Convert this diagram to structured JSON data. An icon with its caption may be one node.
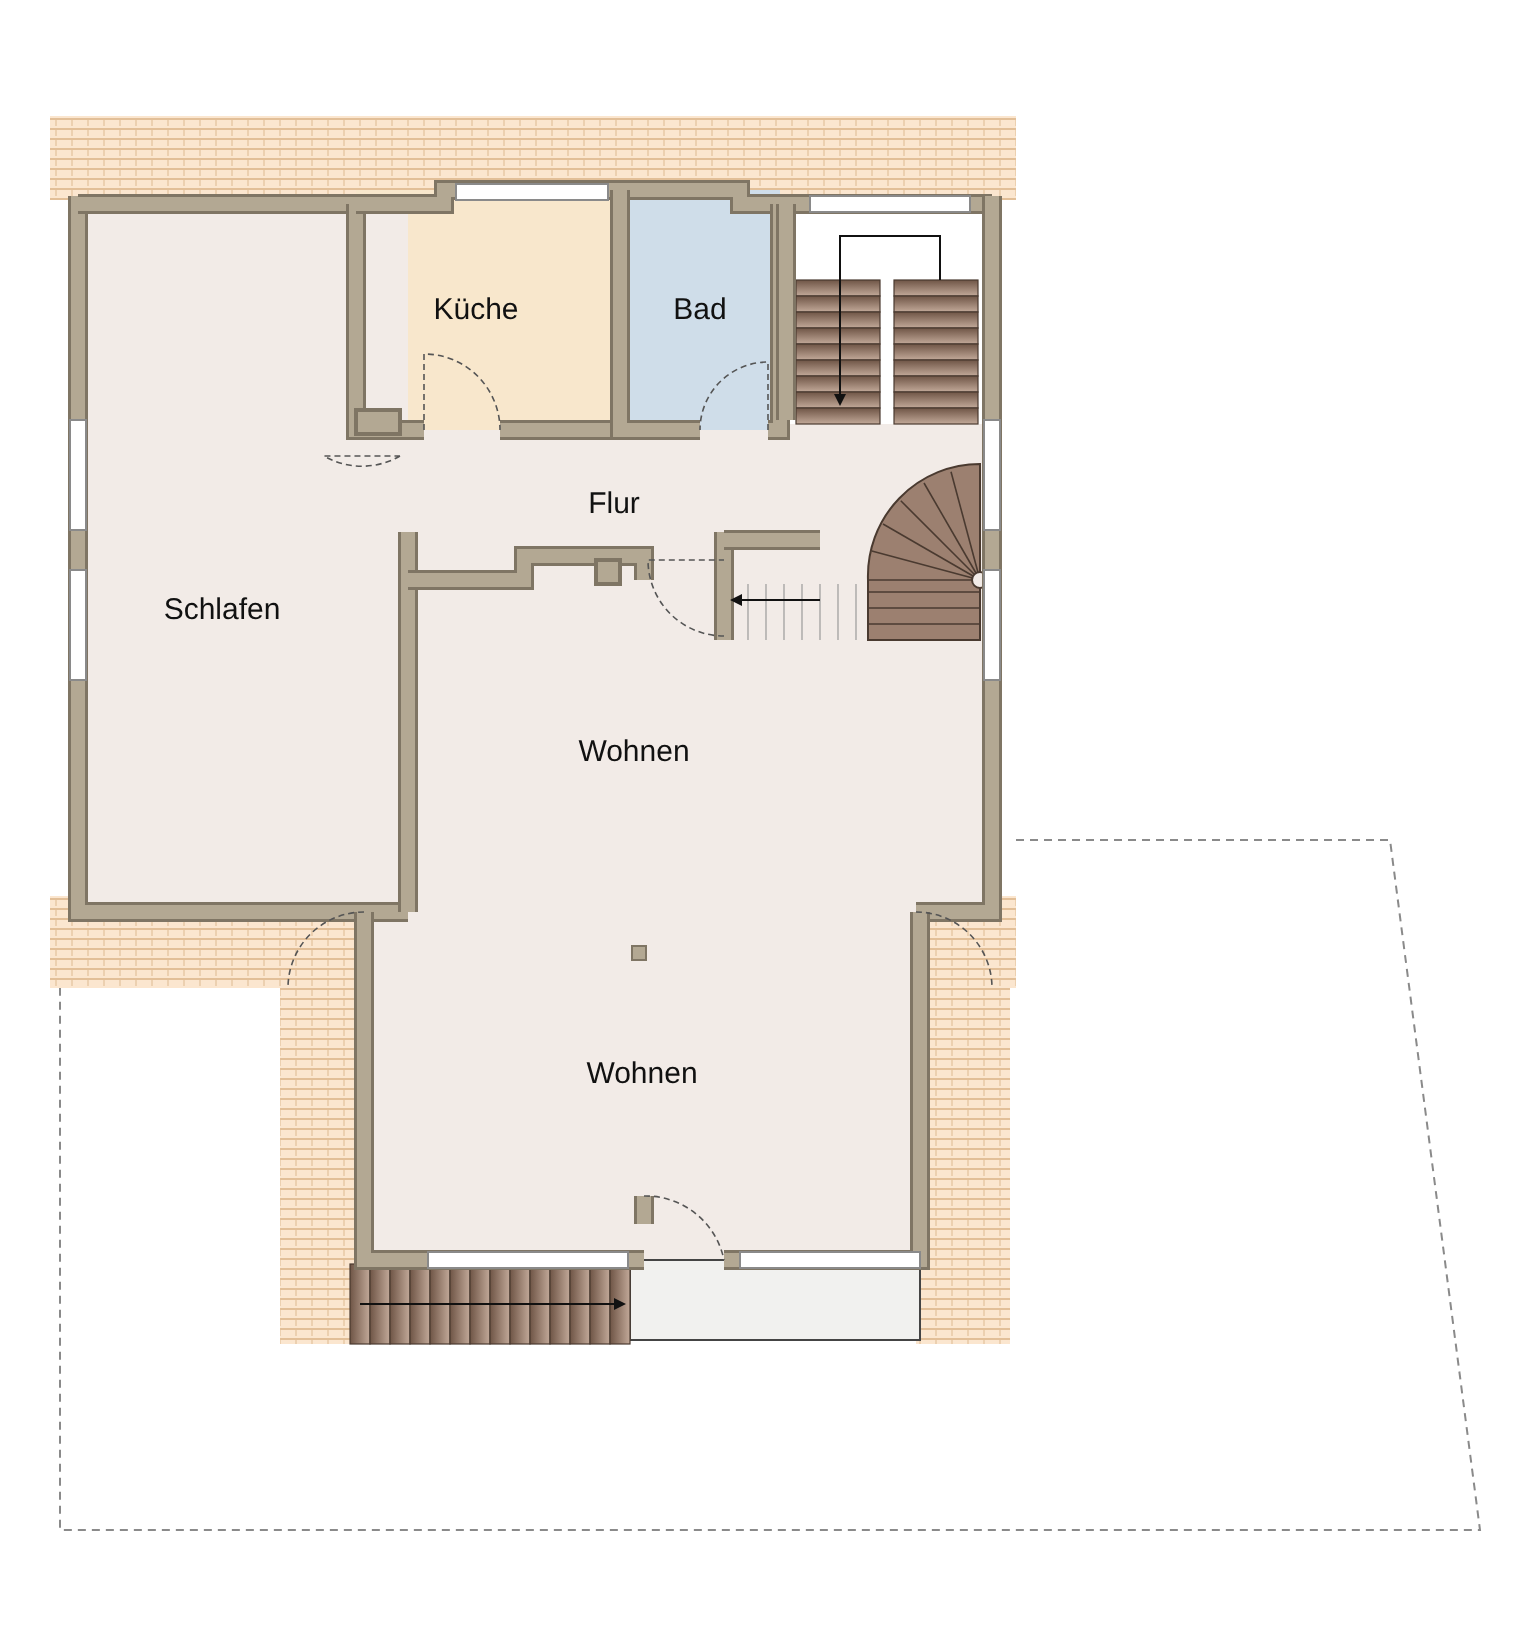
{
  "diagram": {
    "nodes": [
      {
        "text": [
          "Küche"
        ]
      },
      {
        "text": [
          "Bad"
        ]
      },
      {
        "text": [
          "Flur"
        ]
      },
      {
        "text": [
          "Schlafen"
        ]
      },
      {
        "text": [
          "Wohnen"
        ]
      },
      {
        "text": [
          "Wohnen"
        ]
      }
    ]
  }
}
